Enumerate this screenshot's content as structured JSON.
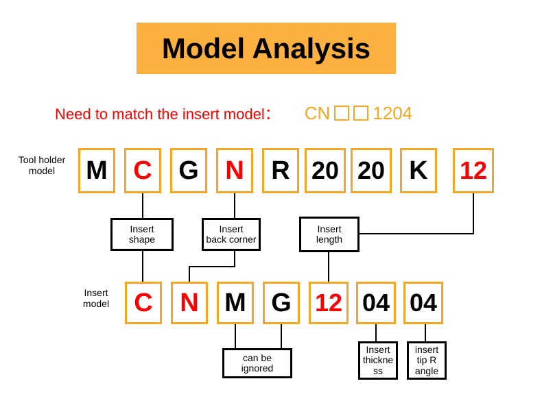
{
  "title": {
    "text": "Model Analysis"
  },
  "subtitle": {
    "text": "Need to match the insert model：",
    "target_prefix": "CN",
    "target_suffix": "1204",
    "blank_count": 2
  },
  "colors": {
    "banner": "#FBB040",
    "box_border": "#F5A623",
    "highlight": "#FF0000",
    "text": "#000000",
    "accent_orange": "#F5A623"
  },
  "rows": {
    "tool_holder": {
      "label": "Tool holder\nmodel",
      "cells": [
        {
          "value": "M",
          "highlight": false
        },
        {
          "value": "C",
          "highlight": true
        },
        {
          "value": "G",
          "highlight": false
        },
        {
          "value": "N",
          "highlight": true
        },
        {
          "value": "R",
          "highlight": false
        },
        {
          "value": "20",
          "highlight": false
        },
        {
          "value": "20",
          "highlight": false
        },
        {
          "value": "K",
          "highlight": false
        },
        {
          "value": "12",
          "highlight": true
        }
      ]
    },
    "insert": {
      "label": "Insert\nmodel",
      "cells": [
        {
          "value": "C",
          "highlight": true
        },
        {
          "value": "N",
          "highlight": true
        },
        {
          "value": "M",
          "highlight": false
        },
        {
          "value": "G",
          "highlight": false
        },
        {
          "value": "12",
          "highlight": true
        },
        {
          "value": "04",
          "highlight": false
        },
        {
          "value": "04",
          "highlight": false
        }
      ]
    }
  },
  "annotations": {
    "middle": [
      {
        "text": "Insert\nshape"
      },
      {
        "text": "Insert\nback corner"
      },
      {
        "text": "Insert\nlength"
      }
    ],
    "bottom": [
      {
        "text": "can be ignored"
      },
      {
        "text": "Insert\nthickne\nss"
      },
      {
        "text": "insert\ntip R\nangle"
      }
    ]
  }
}
